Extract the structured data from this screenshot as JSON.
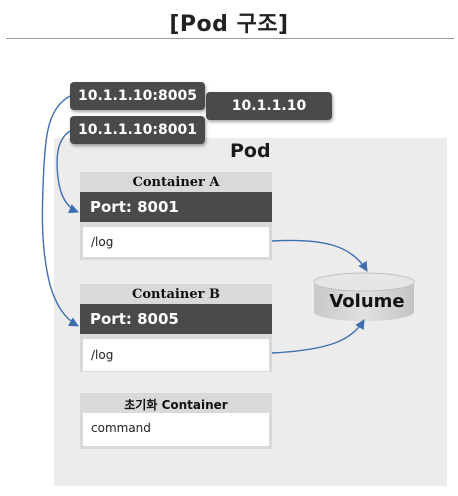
{
  "title": "[Pod 구조]",
  "addresses": [
    "10.1.1.10:8005",
    "10.1.1.10:8001"
  ],
  "node_ip": "10.1.1.10",
  "pod_label": "Pod",
  "containers": [
    {
      "title": "Container A",
      "port": "Port: 8001",
      "path": "/log"
    },
    {
      "title": "Container B",
      "port": "Port: 8005",
      "path": "/log"
    }
  ],
  "init_container": {
    "title": "초기화 Container",
    "content": "command"
  },
  "volume_label": "Volume",
  "colors": {
    "dark_box": "#4a4a4a",
    "pod_bg": "#ececec",
    "container_bg": "#d9d9d9",
    "arrow": "#3f6fb0",
    "volume": "#d4d4d4"
  }
}
